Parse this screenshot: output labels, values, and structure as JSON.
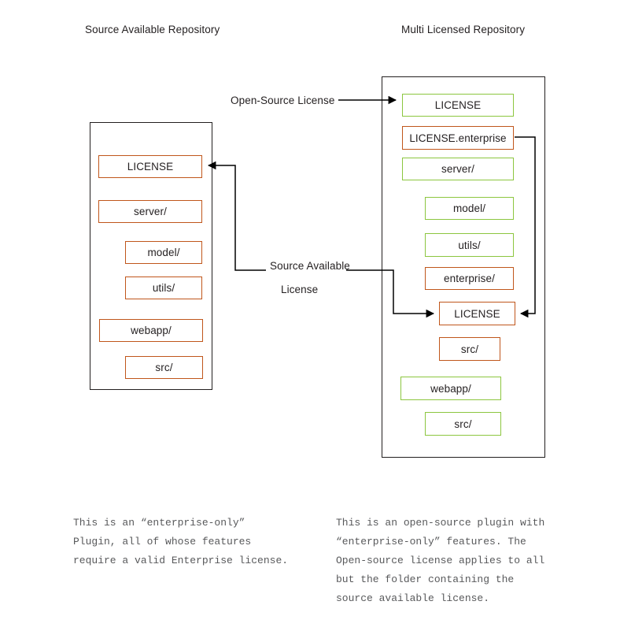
{
  "titles": {
    "left": "Source Available Repository",
    "right": "Multi Licensed Repository"
  },
  "colors": {
    "source_available": "#C0561B",
    "open_source": "#8CC63F",
    "panel_border": "#221f1f",
    "text": "#231f20",
    "caption_text": "#58595b",
    "background": "#ffffff"
  },
  "left_repo": {
    "nodes": [
      {
        "label": "LICENSE",
        "color": "source-available"
      },
      {
        "label": "server/",
        "color": "source-available"
      },
      {
        "label": "model/",
        "color": "source-available"
      },
      {
        "label": "utils/",
        "color": "source-available"
      },
      {
        "label": "webapp/",
        "color": "source-available"
      },
      {
        "label": "src/",
        "color": "source-available"
      }
    ]
  },
  "right_repo": {
    "nodes": [
      {
        "label": "LICENSE",
        "color": "open-source"
      },
      {
        "label": "LICENSE.enterprise",
        "color": "source-available"
      },
      {
        "label": "server/",
        "color": "open-source"
      },
      {
        "label": "model/",
        "color": "open-source"
      },
      {
        "label": "utils/",
        "color": "open-source"
      },
      {
        "label": "enterprise/",
        "color": "source-available"
      },
      {
        "label": "LICENSE",
        "color": "source-available"
      },
      {
        "label": "src/",
        "color": "source-available"
      },
      {
        "label": "webapp/",
        "color": "open-source"
      },
      {
        "label": "src/",
        "color": "open-source"
      }
    ]
  },
  "connectors": {
    "open_source_license": "Open-Source License",
    "source_available_license_line1": "Source Available",
    "source_available_license_line2": "License"
  },
  "captions": {
    "left": "This is an “enterprise-only”\nPlugin, all of whose features\nrequire a valid Enterprise license.",
    "right": "This is an open-source plugin with\n“enterprise-only” features. The\nOpen-source license applies to all\nbut the folder containing the\nsource available license."
  }
}
